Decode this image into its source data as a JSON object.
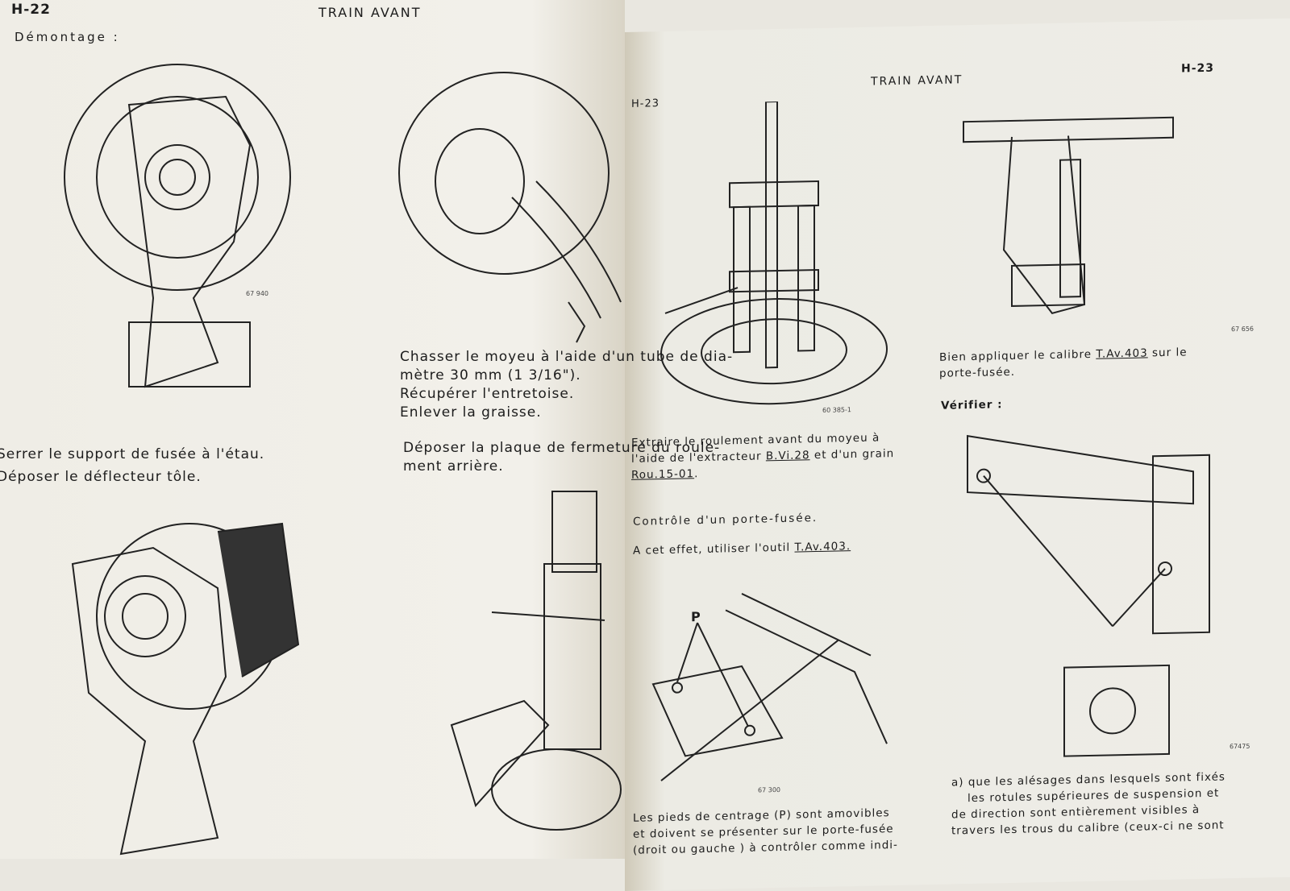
{
  "left_page": {
    "page_number": "H-22",
    "header": "TRAIN AVANT",
    "section": "Démontage :",
    "fig1_number": "67 940",
    "col1_text": [
      "Serrer le support de fusée à l'étau.",
      "Déposer le déflecteur tôle."
    ],
    "col2_text": [
      "Chasser le moyeu à l'aide d'un tube de dia-",
      "mètre 30 mm (1  3/16\").",
      "Récupérer l'entretoise.",
      "Enlever la graisse."
    ],
    "col2_text_b": [
      "Déposer la plaque de fermeture du roule-",
      "ment arrière."
    ]
  },
  "right_page": {
    "page_number_left": "H-23",
    "page_number_right": "H-23",
    "header": "TRAIN AVANT",
    "fig_extractor_number": "60 385-1",
    "extract_text": [
      "Extraire le roulement avant du moyeu à",
      "l'aide de l'extracteur ",
      "B.Vi.28",
      " et d'un grain",
      "Rou.15-01",
      "."
    ],
    "controle_heading": "Contrôle d'un porte-fusée.",
    "tool_text": "A cet effet, utiliser l'outil ",
    "tool_ref": "T.Av.403.",
    "label_p": "P",
    "fig_tool_number": "67 300",
    "pieds_text": [
      "Les pieds de centrage (P) sont amovibles",
      "et doivent se présenter sur le porte-fusée",
      "(droit ou gauche ) à contrôler comme indi-"
    ],
    "fig_calibre_number": "67 656",
    "calibre_text": [
      "Bien appliquer le calibre ",
      "T.Av.403",
      " sur le",
      "porte-fusée."
    ],
    "verifier": "Vérifier :",
    "fig_check_number": "67475",
    "check_text": [
      "a) que les alésages dans lesquels sont fixés",
      "les rotules supérieures de suspension et",
      "de direction sont entièrement visibles à",
      "travers les trous du calibre (ceux-ci ne sont"
    ]
  }
}
